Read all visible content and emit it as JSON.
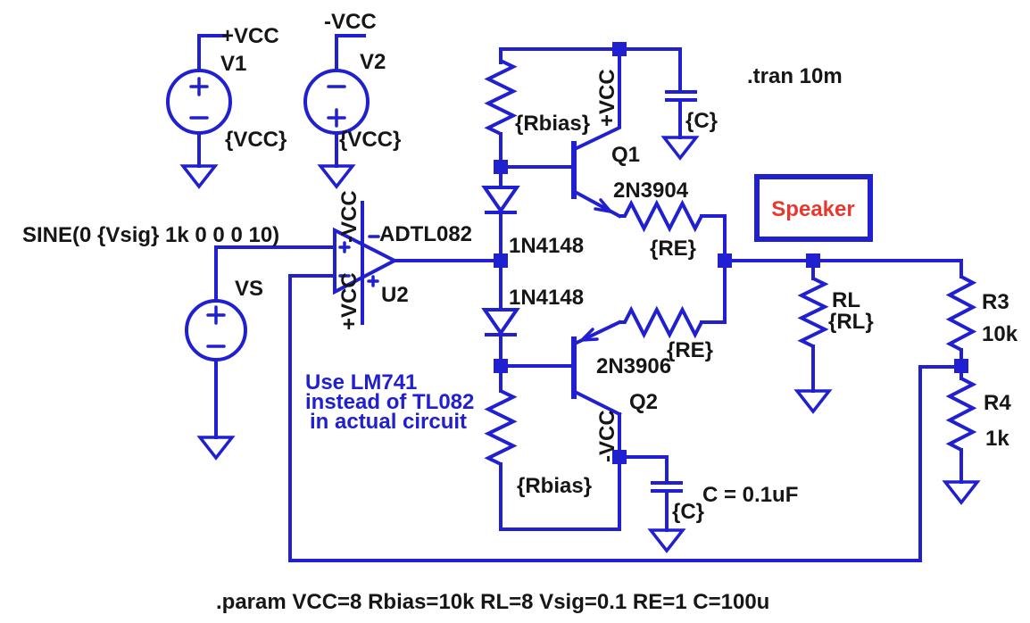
{
  "colors": {
    "wire_blue": "#2020d0",
    "text_black": "#161616",
    "speaker_red": "#e8382e",
    "background": "#ffffff"
  },
  "directives": {
    "tran": ".tran 10m",
    "param": ".param VCC=8 Rbias=10k RL=8 Vsig=0.1 RE=1 C=100u",
    "cap_value_note": "C = 0.1uF",
    "signal": "SINE(0 {Vsig} 1k 0 0 0 10)"
  },
  "note": {
    "line1": "Use LM741",
    "line2": "instead of TL082",
    "line3": "in actual circuit"
  },
  "nets": {
    "vcc_pos": "+VCC",
    "vcc_neg": "-VCC"
  },
  "sources": {
    "v1": {
      "ref": "V1",
      "value": "{VCC}"
    },
    "v2": {
      "ref": "V2",
      "value": "{VCC}"
    },
    "vs": {
      "ref": "VS"
    }
  },
  "opamp": {
    "part": "ADTL082",
    "ref": "U2"
  },
  "diodes": {
    "d1": "1N4148",
    "d2": "1N4148"
  },
  "transistors": {
    "q1": {
      "ref": "Q1",
      "part": "2N3904"
    },
    "q2": {
      "ref": "Q2",
      "part": "2N3906"
    }
  },
  "resistors": {
    "rbias": "{Rbias}",
    "re": "{RE}",
    "rl": {
      "ref": "RL",
      "value": "{RL}"
    },
    "r3": {
      "ref": "R3",
      "value": "10k"
    },
    "r4": {
      "ref": "R4",
      "value": "1k"
    }
  },
  "capacitors": {
    "c": "{C}"
  },
  "speaker": {
    "label": "Speaker"
  }
}
